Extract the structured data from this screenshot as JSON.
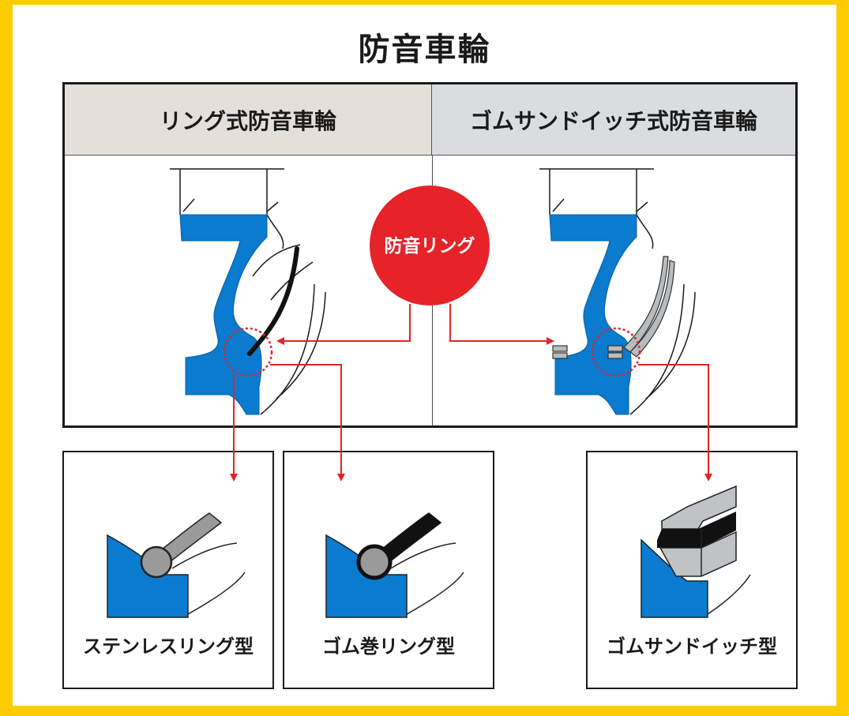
{
  "title": "防音車輪",
  "columns": {
    "left": "リング式防音車輪",
    "right": "ゴムサンドイッチ式防音車輪"
  },
  "badge": "防音リング",
  "types": [
    {
      "label": "ステンレスリング型"
    },
    {
      "label": "ゴム巻リング型"
    },
    {
      "label": "ゴムサンドイッチ型"
    }
  ],
  "colors": {
    "background": "#FFCC00",
    "wheel_blue": "#0A7BCF",
    "accent_red": "#E52329",
    "header_left": "#E4DFD9",
    "header_right": "#DADDDF"
  }
}
